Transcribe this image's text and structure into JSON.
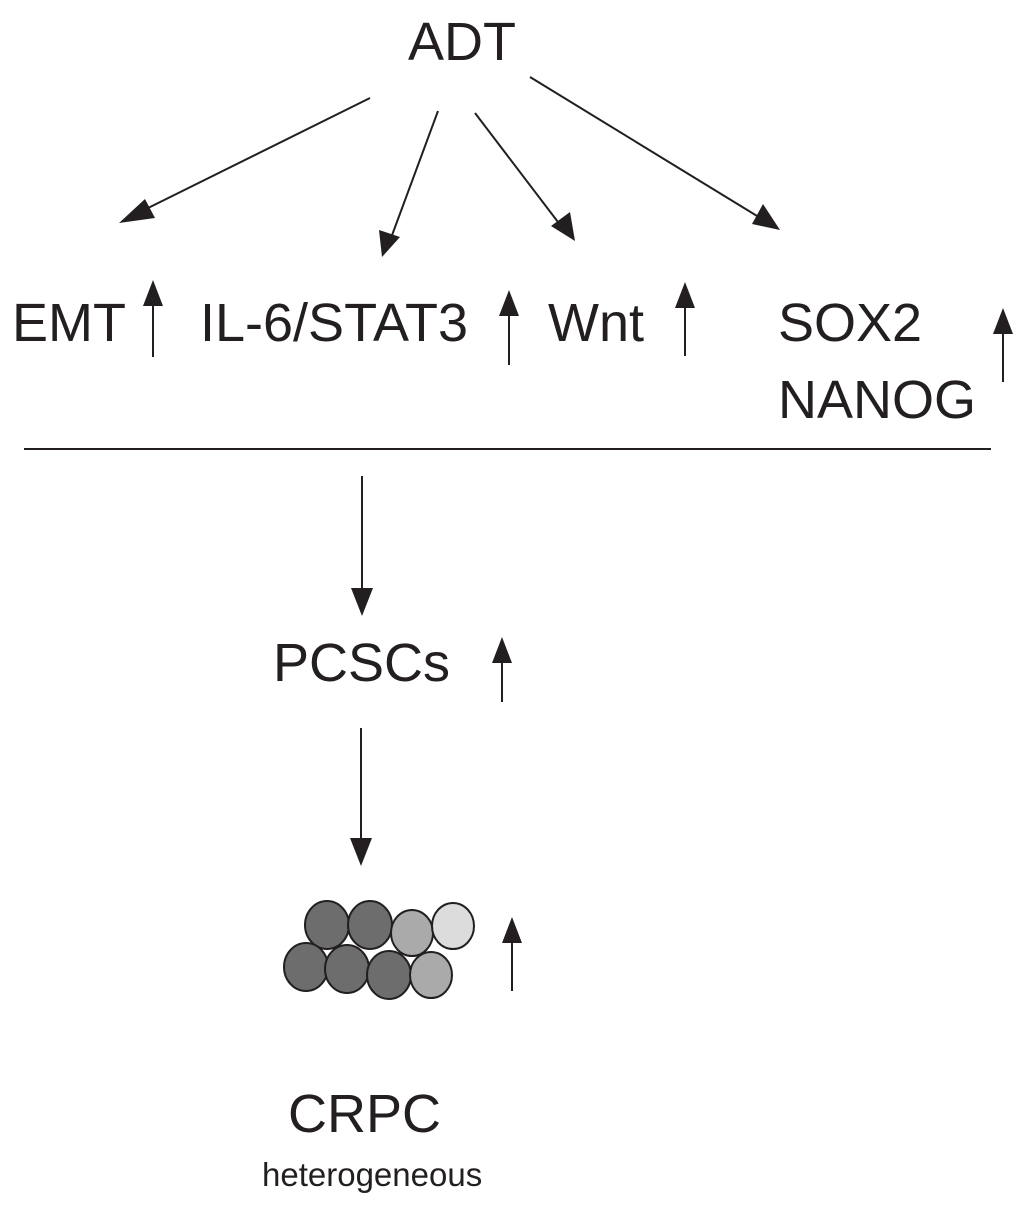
{
  "nodes": {
    "adt": "ADT",
    "emt": "EMT",
    "il6_stat3": "IL-6/STAT3",
    "wnt": "Wnt",
    "sox2": "SOX2",
    "nanog": "NANOG",
    "pcscs": "PCSCs",
    "crpc": "CRPC",
    "heterogeneous": "heterogeneous"
  },
  "colors": {
    "ink": "#231f20",
    "cell_dark": "#6d6d6d",
    "cell_mid": "#aaaaaa",
    "cell_light": "#dcdcdc"
  }
}
